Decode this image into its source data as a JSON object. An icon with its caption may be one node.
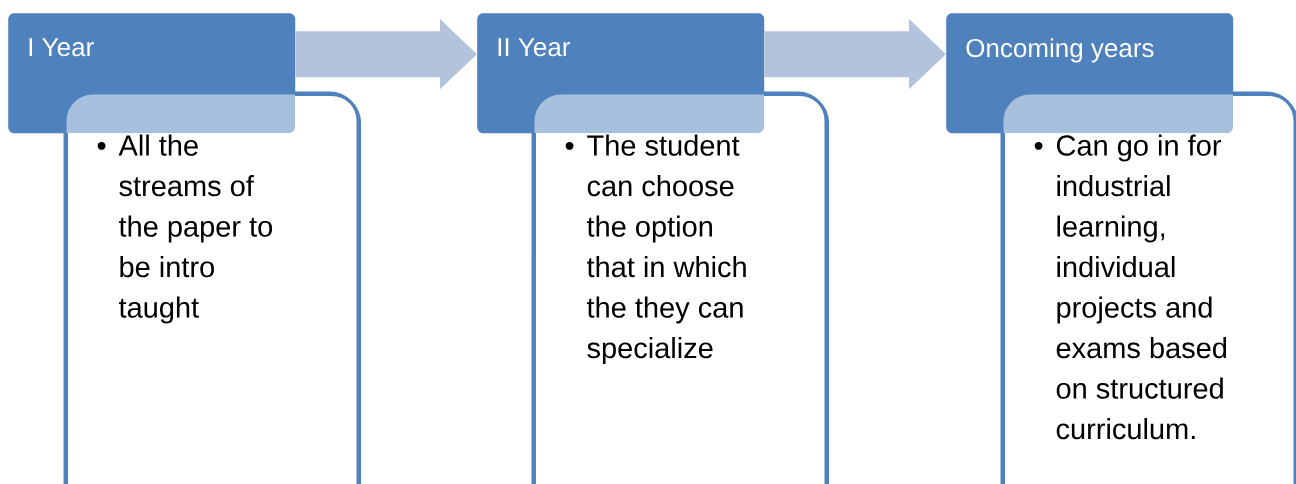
{
  "diagram": {
    "nodes": [
      {
        "text": [
          "I Year"
        ]
      },
      {
        "text": [
          "All the streams of the paper to be intro taught"
        ]
      },
      {
        "text": [
          "II Year"
        ]
      },
      {
        "text": [
          "The student can choose the option that in which the they can specialize"
        ]
      },
      {
        "text": [
          "Oncoming years"
        ]
      },
      {
        "text": [
          "Can go in for industrial learning, individual projects and exams based on structured curriculum."
        ]
      }
    ],
    "edges": [
      {
        "from": 0,
        "to": 2,
        "arrow": "to"
      },
      {
        "from": 2,
        "to": 4,
        "arrow": "to"
      }
    ],
    "labels": [
      "•",
      "•",
      "•"
    ]
  }
}
